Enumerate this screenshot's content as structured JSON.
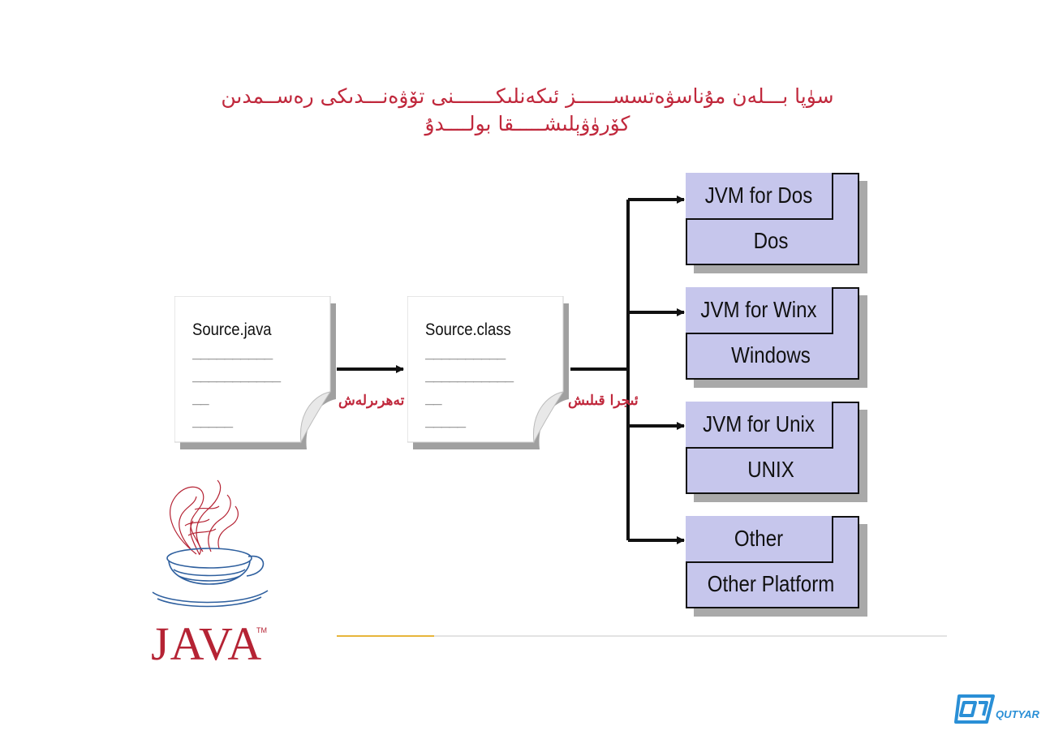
{
  "title": {
    "line1": "سۈپا بـــلەن مۇناسۋەتسســــــز ئىكەنلىكـــــــنى تۆۋەنـــدىكى رەســمدىن",
    "line2": "كۆرۈۋېلىشـــــقا بولــــدۇ"
  },
  "source_doc": {
    "label": "Source.java",
    "lines": [
      "__________",
      "___________",
      "__",
      "_____"
    ]
  },
  "class_doc": {
    "label": "Source.class",
    "lines": [
      "__________",
      "___________",
      "__",
      "_____"
    ]
  },
  "compile_label": "تەھرىرلەش",
  "execute_label": "ئىجرا قىلىش",
  "platforms": [
    {
      "jvm": "JVM for Dos",
      "os": "Dos"
    },
    {
      "jvm": "JVM for Winx",
      "os": "Windows"
    },
    {
      "jvm": "JVM for Unix",
      "os": "UNIX"
    },
    {
      "jvm": "Other",
      "os": "Other Platform"
    }
  ],
  "logo": {
    "word": "JAVA",
    "tm": "TM"
  },
  "brand": {
    "text": "QUTYAR"
  },
  "colors": {
    "title_red": "#c0283c",
    "box_fill": "#c6c6ec",
    "java_red": "#b52334",
    "java_blue": "#2e5f9e",
    "brand_blue": "#2a8fd6",
    "accent": "#e7b53a"
  }
}
